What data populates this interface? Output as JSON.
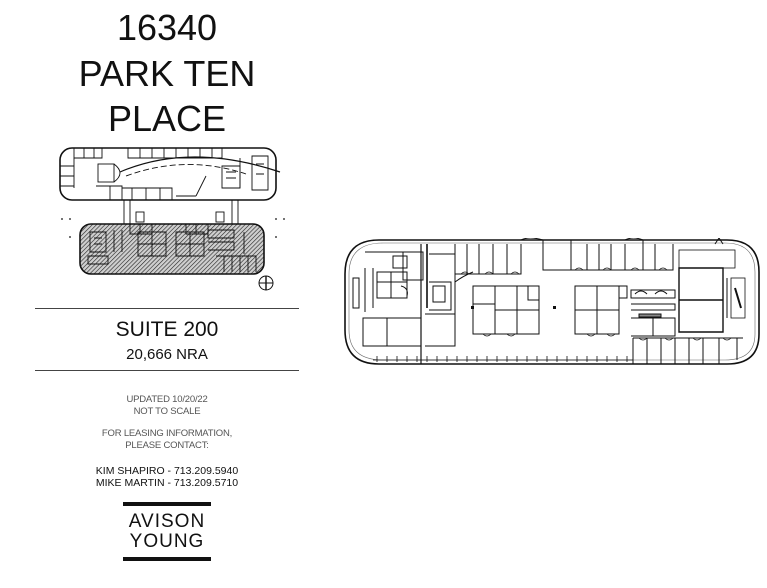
{
  "header": {
    "address_number": "16340",
    "name_line1": "PARK TEN",
    "name_line2": "PLACE"
  },
  "keyplan": {
    "icon": "north-arrow-icon",
    "highlight_pattern": "diagonal-hatch"
  },
  "suite": {
    "label": "SUITE 200",
    "area": "20,666 NRA"
  },
  "notes": {
    "updated": "UPDATED 10/20/22",
    "scale": "NOT TO SCALE",
    "leasing_line1": "FOR LEASING INFORMATION,",
    "leasing_line2": "PLEASE CONTACT:"
  },
  "contacts": [
    {
      "text": "KIM SHAPIRO - 713.209.5940"
    },
    {
      "text": "MIKE MARTIN - 713.209.5710"
    }
  ],
  "logo": {
    "line1": "AVISON",
    "line2": "YOUNG"
  },
  "colors": {
    "ink": "#111111",
    "muted_text": "#555555",
    "hatch_fill": "#9a9a9a"
  }
}
